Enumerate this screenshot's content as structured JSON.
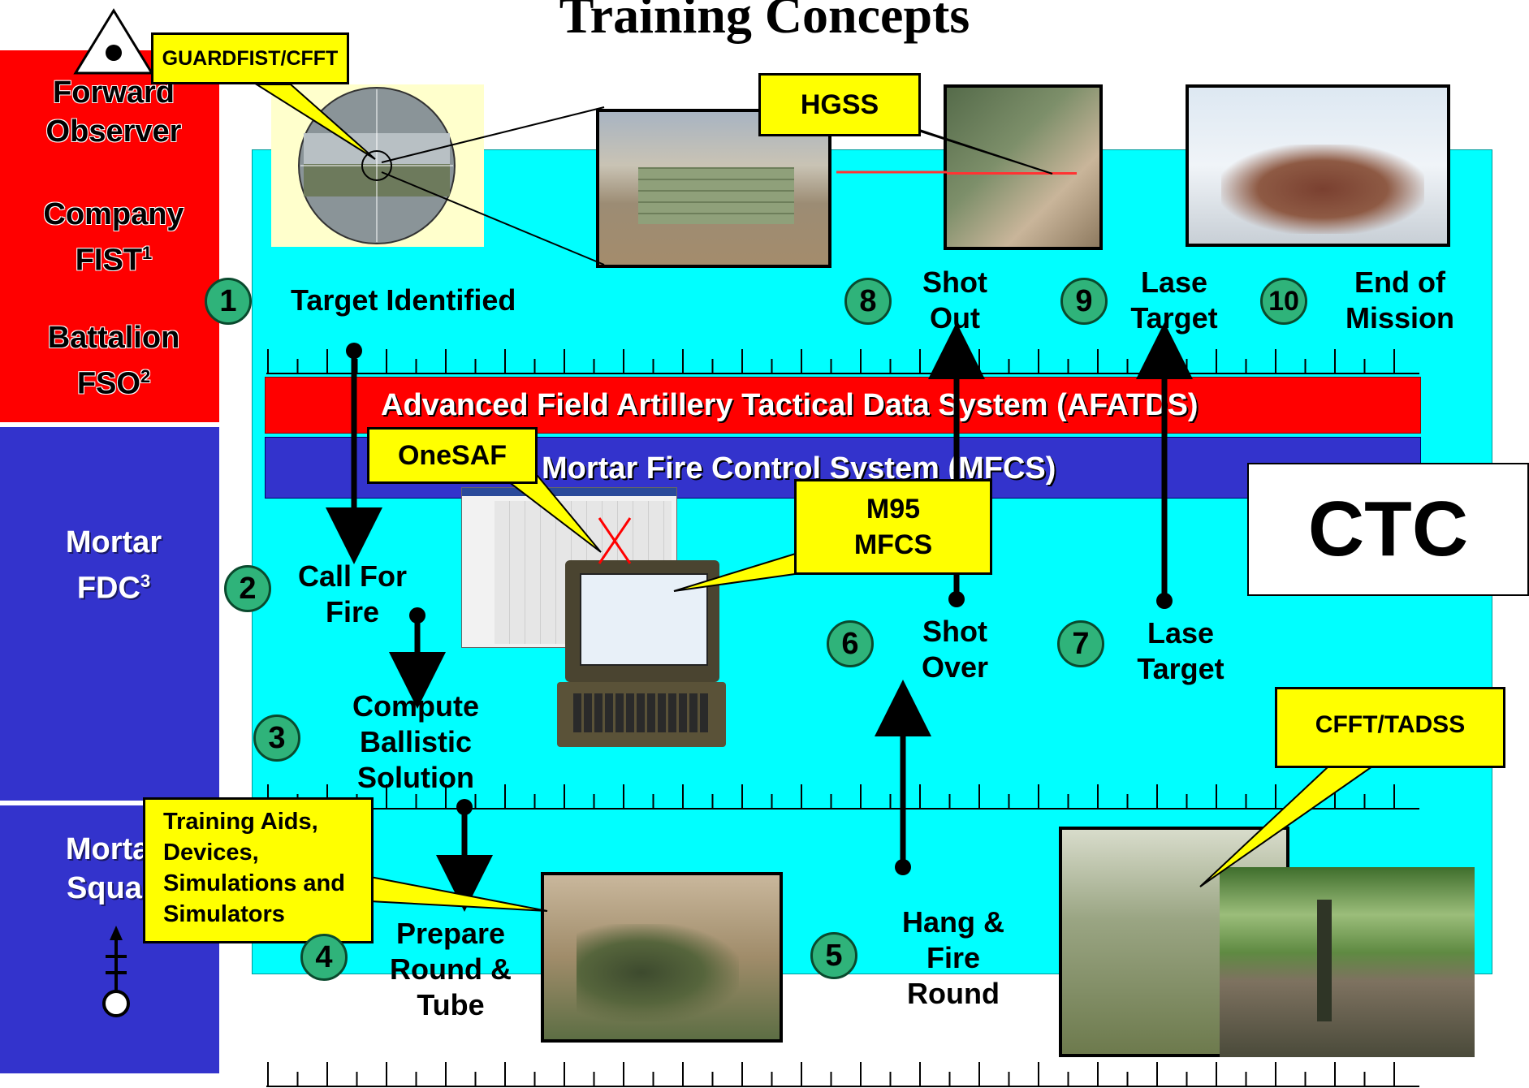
{
  "title": "Training Concepts",
  "roles": {
    "forward_observer": "Forward Observer",
    "company": "Company",
    "fist": "FIST",
    "fist_sup": "1",
    "battalion": "Battalion",
    "fso": "FSO",
    "fso_sup": "2",
    "mortar_fdc_1": "Mortar",
    "fdc": "FDC",
    "fdc_sup": "3",
    "mortar_squad_1": "Mortar",
    "squad": "Squad"
  },
  "systems": {
    "afatds": "Advanced Field Artillery Tactical Data System (AFATDS)",
    "mfcs": "Mortar Fire Control System (MFCS)"
  },
  "steps": [
    {
      "num": "1",
      "line1": "Target Identified",
      "line2": "",
      "line3": ""
    },
    {
      "num": "2",
      "line1": "Call For",
      "line2": "Fire",
      "line3": ""
    },
    {
      "num": "3",
      "line1": "Compute",
      "line2": "Ballistic",
      "line3": "Solution"
    },
    {
      "num": "4",
      "line1": "Prepare",
      "line2": "Round &",
      "line3": "Tube"
    },
    {
      "num": "5",
      "line1": "Hang &",
      "line2": "Fire",
      "line3": "Round"
    },
    {
      "num": "6",
      "line1": "Shot",
      "line2": "Over",
      "line3": ""
    },
    {
      "num": "7",
      "line1": "Lase",
      "line2": "Target",
      "line3": ""
    },
    {
      "num": "8",
      "line1": "Shot",
      "line2": "Out",
      "line3": ""
    },
    {
      "num": "9",
      "line1": "Lase",
      "line2": "Target",
      "line3": ""
    },
    {
      "num": "10",
      "line1": "End of",
      "line2": "Mission",
      "line3": ""
    }
  ],
  "callouts": {
    "guardfist": "GUARDFIST/CFFT",
    "hgss": "HGSS",
    "onesaf": "OneSAF",
    "m95_1": "M95",
    "m95_2": "MFCS",
    "cfft_tadss": "CFFT/TADSS",
    "tadss_1": "Training Aids,",
    "tadss_2": "Devices,",
    "tadss_3": "Simulations and",
    "tadss_4": "Simulators"
  },
  "ctc_label": "CTC",
  "colors": {
    "cyan_area": "#00ffff",
    "red_role": "#ff0000",
    "blue_role": "#3333cc",
    "afatds_bar": "#ff0000",
    "mfcs_bar": "#3333cc",
    "callout": "#ffff00",
    "step_circle": "#2fb37a"
  }
}
